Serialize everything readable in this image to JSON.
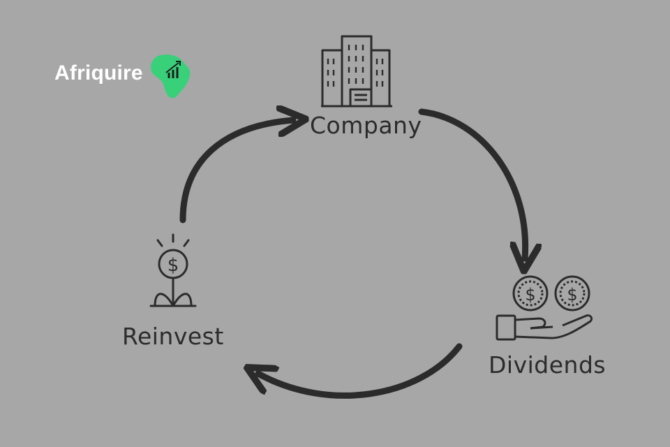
{
  "brand": {
    "name": "Afriquire",
    "accent_color": "#39d07a",
    "logo_icon": "africa-map-growth-chart-icon"
  },
  "diagram": {
    "type": "cycle",
    "nodes": [
      {
        "id": "company",
        "label": "Company",
        "icon": "office-buildings-icon"
      },
      {
        "id": "dividends",
        "label": "Dividends",
        "icon": "hand-with-coins-icon"
      },
      {
        "id": "reinvest",
        "label": "Reinvest",
        "icon": "money-plant-icon"
      }
    ],
    "edges": [
      {
        "from": "company",
        "to": "dividends"
      },
      {
        "from": "dividends",
        "to": "reinvest"
      },
      {
        "from": "reinvest",
        "to": "company"
      }
    ],
    "colors": {
      "background": "#a7a7a7",
      "ink": "#2b2b2b"
    }
  }
}
